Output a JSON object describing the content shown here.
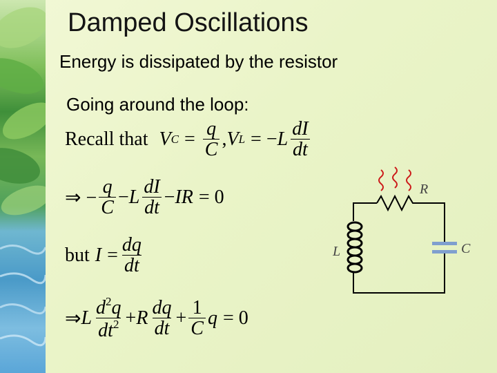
{
  "slide": {
    "title": "Damped Oscillations",
    "line1": "Energy is dissipated by the resistor",
    "line2": "Going around the loop:"
  },
  "equations": {
    "recall_text": "Recall that",
    "but_text": "but"
  },
  "circuit": {
    "label_R": "R",
    "label_L": "L",
    "label_C": "C"
  },
  "colors": {
    "heat": "#cc1a1a",
    "capacitor": "#7f9fcf",
    "wire": "#000000"
  }
}
